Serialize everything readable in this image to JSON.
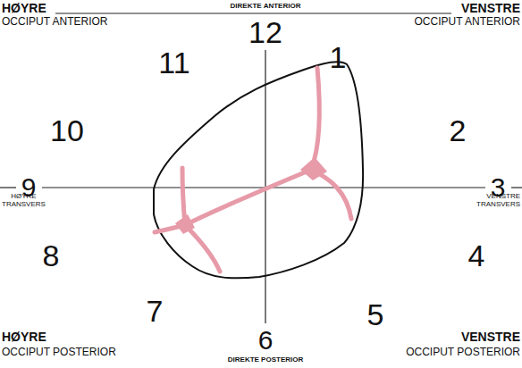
{
  "diagram": {
    "labels": [
      "HØYRE",
      "OCCIPUT ANTERIOR",
      "DIREKTE ANTERIOR",
      "12",
      "VENSTRE",
      "OCCIPUT ANTERIOR",
      "11",
      "1",
      "10",
      "2",
      "9",
      "HØYRE TRANSVERS",
      "3",
      "VENSTRE TRANSVERS",
      "8",
      "4",
      "7",
      "5",
      "HØYRE",
      "OCCIPUT POSTERIOR",
      "6",
      "DIREKTE POSTERIOR",
      "VENSTRE",
      "OCCIPUT POSTERIOR"
    ]
  }
}
